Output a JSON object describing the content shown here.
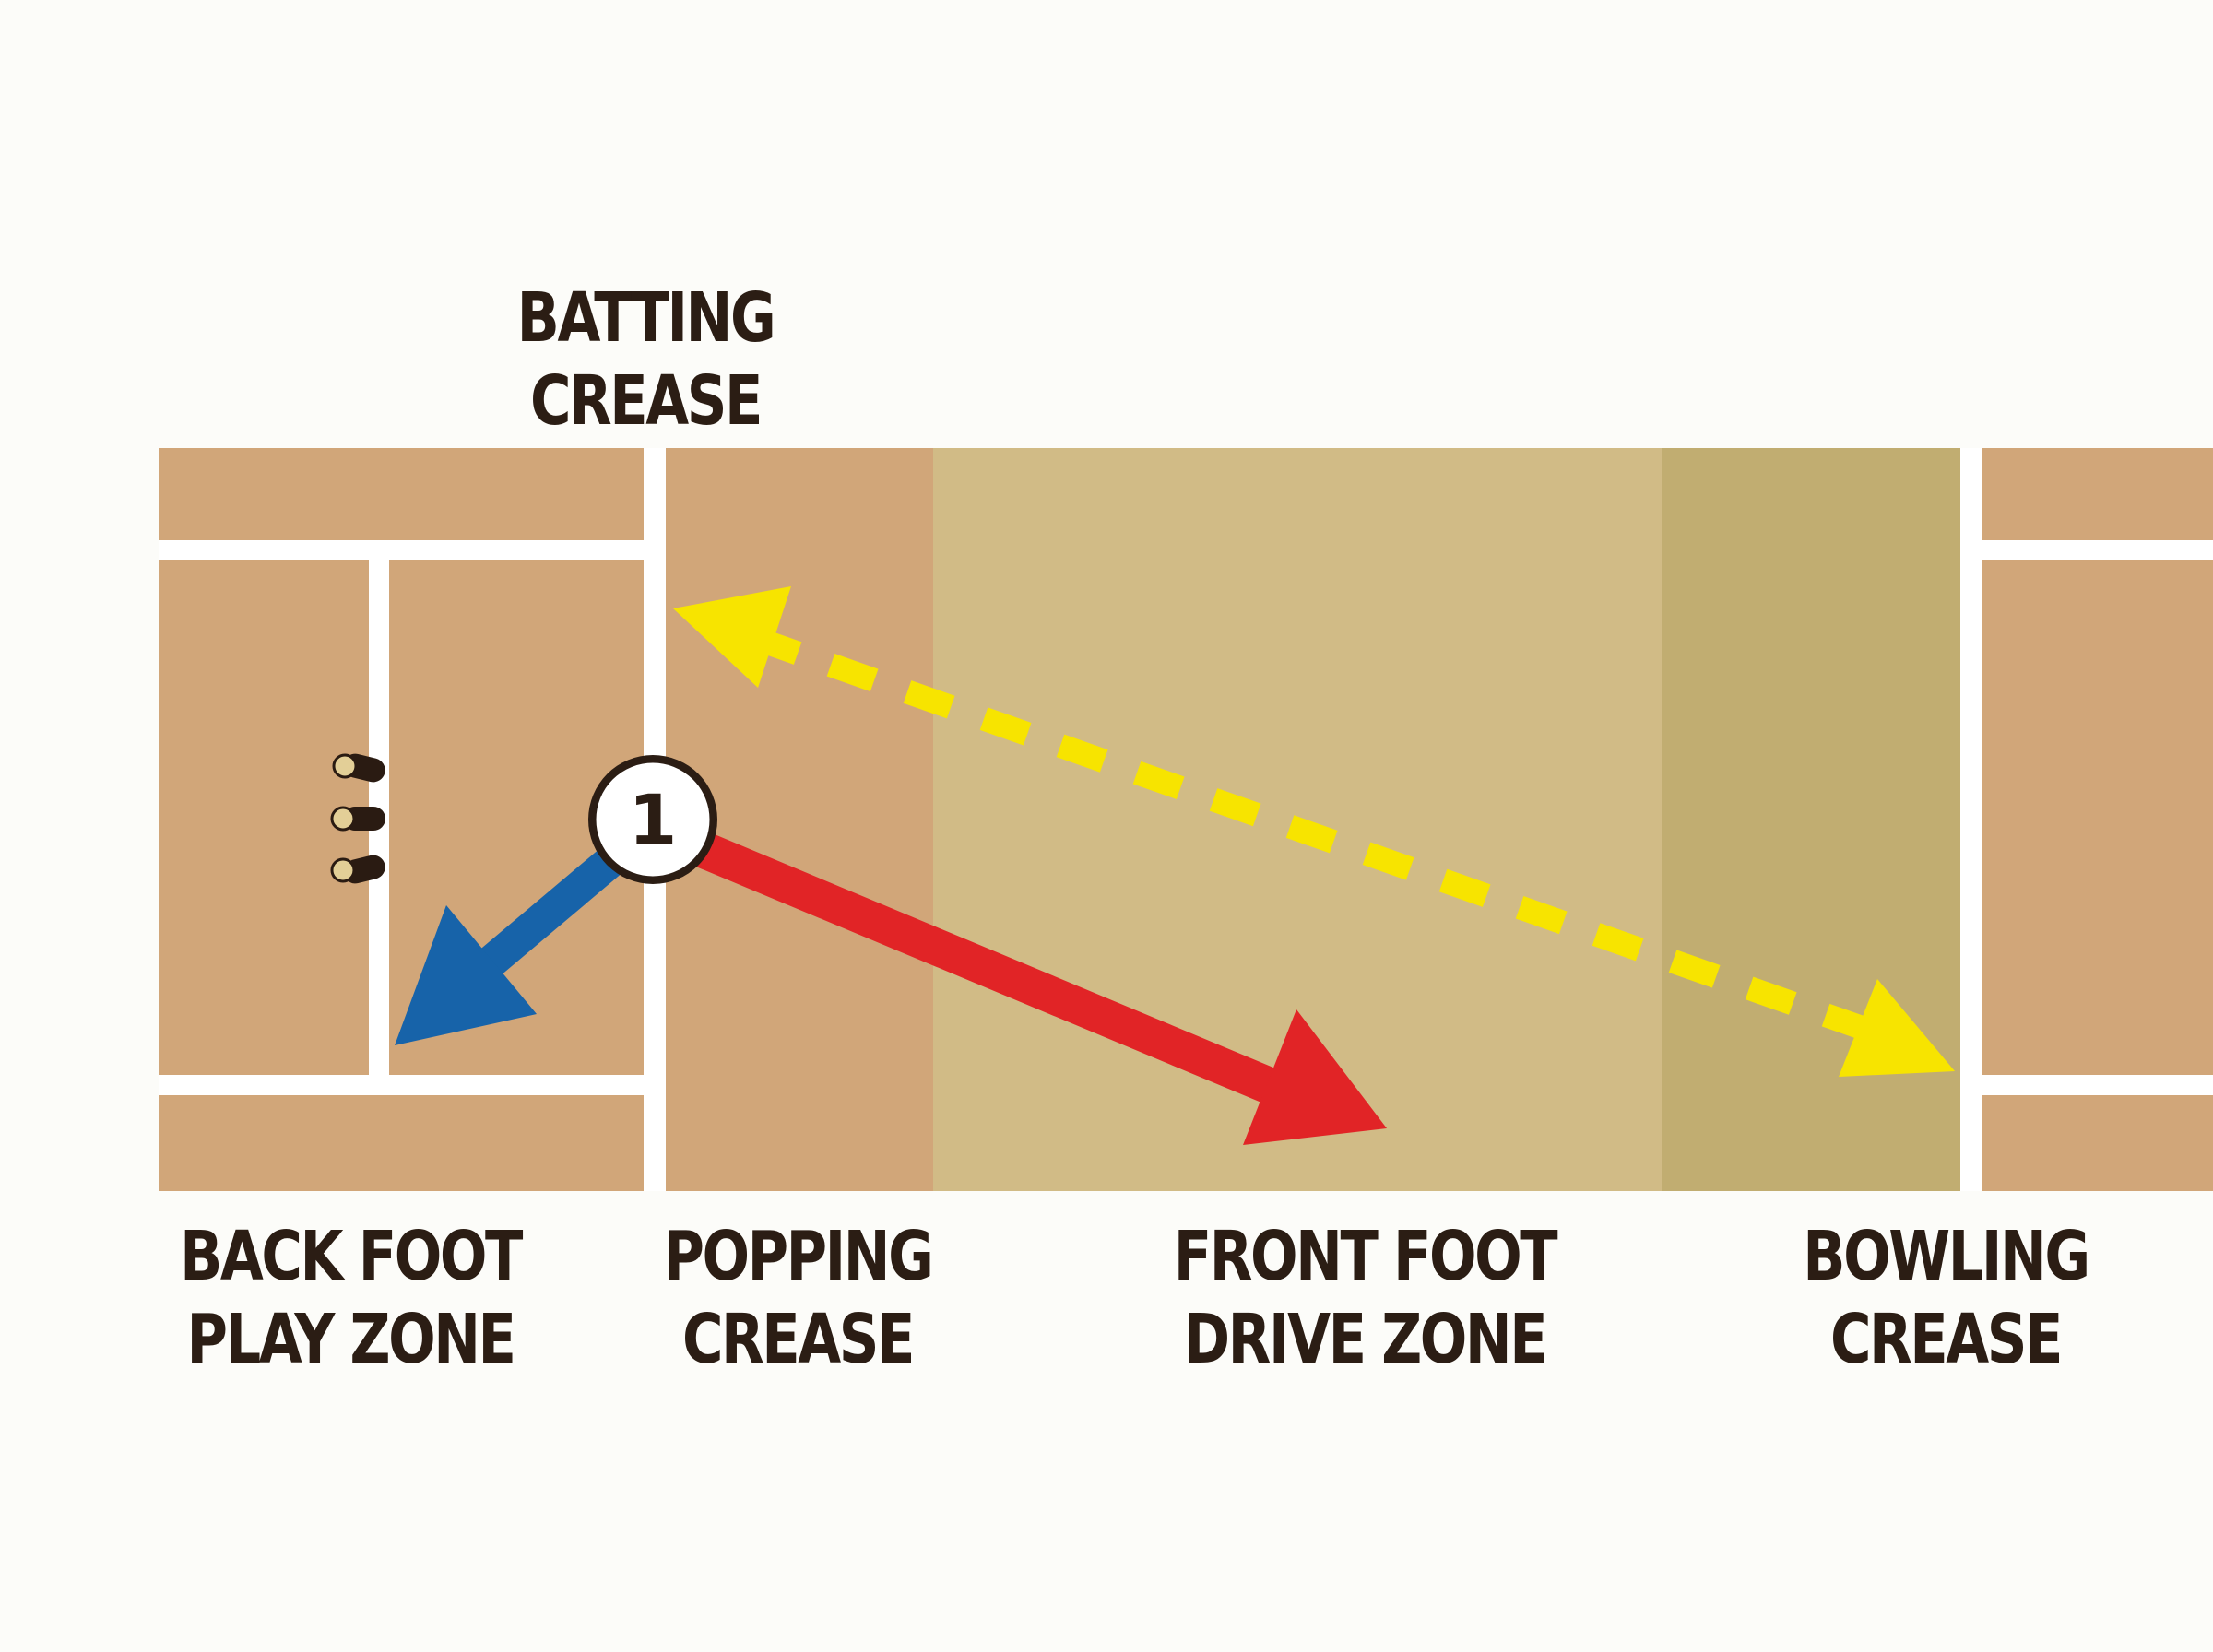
{
  "colors": {
    "background": "#fcfcf9",
    "pitch_clay": "#d1a679",
    "pitch_mid": "#d1bb86",
    "pitch_dark": "#c1ad71",
    "crease_line": "#ffffff",
    "back_foot_arrow": "#1763a9",
    "front_foot_arrow": "#e12426",
    "ball_path": "#f7e400",
    "label_text": "#2b1d14"
  },
  "marker": {
    "number": "1"
  },
  "labels": {
    "batting_crease": {
      "line1": "BATTING",
      "line2": "CREASE"
    },
    "back_foot": {
      "line1": "BACK FOOT",
      "line2": "PLAY ZONE"
    },
    "popping_crease": {
      "line1": "POPPING",
      "line2": "CREASE"
    },
    "front_foot": {
      "line1": "FRONT FOOT",
      "line2": "DRIVE ZONE"
    },
    "bowling_crease": {
      "line1": "BOWLING",
      "line2": "CREASE"
    }
  },
  "icons": {
    "stumps": "stumps-icon",
    "back_foot_arrow": "arrow-icon",
    "front_foot_arrow": "arrow-icon",
    "ball_path": "double-arrow-icon"
  }
}
